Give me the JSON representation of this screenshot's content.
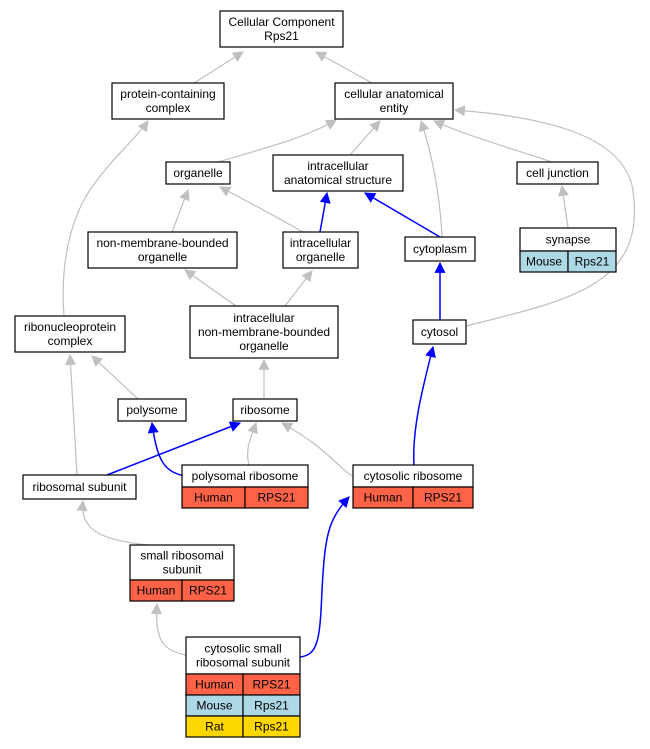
{
  "colors": {
    "human": "#ff6347",
    "mouse": "#add8e6",
    "rat": "#ffd700",
    "is_a_edge": "#c0c0c0",
    "part_of_edge": "#0000ff",
    "node_border": "#000000",
    "node_fill": "#ffffff"
  },
  "nodes": [
    {
      "id": "cc",
      "lines": [
        "Cellular Component",
        "Rps21"
      ]
    },
    {
      "id": "pcc",
      "lines": [
        "protein-containing",
        "complex"
      ]
    },
    {
      "id": "cae",
      "lines": [
        "cellular anatomical",
        "entity"
      ]
    },
    {
      "id": "organelle",
      "lines": [
        "organelle"
      ]
    },
    {
      "id": "ias",
      "lines": [
        "intracellular",
        "anatomical structure"
      ]
    },
    {
      "id": "cj",
      "lines": [
        "cell junction"
      ]
    },
    {
      "id": "nmbo",
      "lines": [
        "non-membrane-bounded",
        "organelle"
      ]
    },
    {
      "id": "io",
      "lines": [
        "intracellular",
        "organelle"
      ]
    },
    {
      "id": "cytoplasm",
      "lines": [
        "cytoplasm"
      ]
    },
    {
      "id": "synapse",
      "lines": [
        "synapse"
      ],
      "rows": [
        [
          "Mouse",
          "Rps21"
        ]
      ]
    },
    {
      "id": "rnp",
      "lines": [
        "ribonucleoprotein",
        "complex"
      ]
    },
    {
      "id": "inmbo",
      "lines": [
        "intracellular",
        "non-membrane-bounded",
        "organelle"
      ]
    },
    {
      "id": "cytosol",
      "lines": [
        "cytosol"
      ]
    },
    {
      "id": "polysome",
      "lines": [
        "polysome"
      ]
    },
    {
      "id": "ribosome",
      "lines": [
        "ribosome"
      ]
    },
    {
      "id": "rs",
      "lines": [
        "ribosomal subunit"
      ]
    },
    {
      "id": "pr",
      "lines": [
        "polysomal ribosome"
      ],
      "rows": [
        [
          "Human",
          "RPS21"
        ]
      ]
    },
    {
      "id": "cr",
      "lines": [
        "cytosolic ribosome"
      ],
      "rows": [
        [
          "Human",
          "RPS21"
        ]
      ]
    },
    {
      "id": "srs",
      "lines": [
        "small ribosomal",
        "subunit"
      ],
      "rows": [
        [
          "Human",
          "RPS21"
        ]
      ]
    },
    {
      "id": "cssrs",
      "lines": [
        "cytosolic small",
        "ribosomal subunit"
      ],
      "rows": [
        [
          "Human",
          "RPS21"
        ],
        [
          "Mouse",
          "Rps21"
        ],
        [
          "Rat",
          "Rps21"
        ]
      ]
    }
  ],
  "edges": [
    {
      "from": "pcc",
      "to": "cc",
      "relation": "is_a"
    },
    {
      "from": "cae",
      "to": "cc",
      "relation": "is_a"
    },
    {
      "from": "organelle",
      "to": "cae",
      "relation": "is_a"
    },
    {
      "from": "ias",
      "to": "cae",
      "relation": "is_a"
    },
    {
      "from": "cytoplasm",
      "to": "cae",
      "relation": "is_a"
    },
    {
      "from": "cj",
      "to": "cae",
      "relation": "is_a"
    },
    {
      "from": "cytosol",
      "to": "cae",
      "relation": "is_a"
    },
    {
      "from": "nmbo",
      "to": "organelle",
      "relation": "is_a"
    },
    {
      "from": "io",
      "to": "organelle",
      "relation": "is_a"
    },
    {
      "from": "io",
      "to": "ias",
      "relation": "part_of"
    },
    {
      "from": "cytoplasm",
      "to": "ias",
      "relation": "part_of"
    },
    {
      "from": "synapse",
      "to": "cj",
      "relation": "is_a"
    },
    {
      "from": "inmbo",
      "to": "nmbo",
      "relation": "is_a"
    },
    {
      "from": "inmbo",
      "to": "io",
      "relation": "is_a"
    },
    {
      "from": "cytosol",
      "to": "cytoplasm",
      "relation": "part_of"
    },
    {
      "from": "rnp",
      "to": "pcc",
      "relation": "is_a"
    },
    {
      "from": "polysome",
      "to": "rnp",
      "relation": "is_a"
    },
    {
      "from": "ribosome",
      "to": "inmbo",
      "relation": "is_a"
    },
    {
      "from": "rs",
      "to": "rnp",
      "relation": "is_a"
    },
    {
      "from": "rs",
      "to": "ribosome",
      "relation": "part_of"
    },
    {
      "from": "pr",
      "to": "polysome",
      "relation": "part_of"
    },
    {
      "from": "pr",
      "to": "ribosome",
      "relation": "is_a"
    },
    {
      "from": "cr",
      "to": "ribosome",
      "relation": "is_a"
    },
    {
      "from": "cr",
      "to": "cytosol",
      "relation": "part_of"
    },
    {
      "from": "srs",
      "to": "rs",
      "relation": "is_a"
    },
    {
      "from": "cssrs",
      "to": "srs",
      "relation": "is_a"
    },
    {
      "from": "cssrs",
      "to": "cr",
      "relation": "part_of"
    }
  ]
}
